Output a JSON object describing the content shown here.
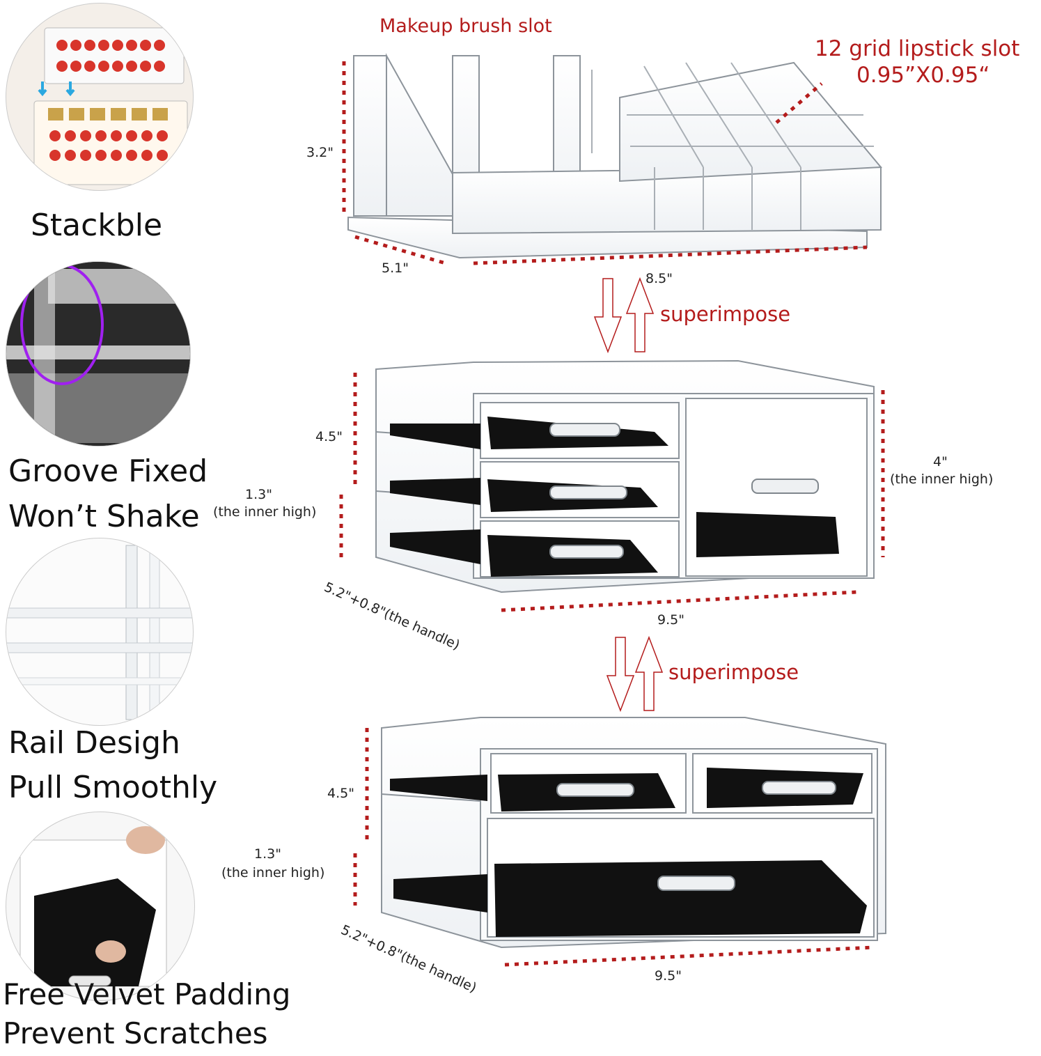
{
  "features": {
    "stackable": "Stackble",
    "groove_line1": "Groove Fixed",
    "groove_line2": "Won’t Shake",
    "rail_line1": "Rail Desigh",
    "rail_line2": "Pull Smoothly",
    "velvet_line1": "Free Velvet Padding",
    "velvet_line2": "Prevent Scratches"
  },
  "top_tray": {
    "brush_slot": "Makeup brush slot",
    "lipstick_slot_line1": "12 grid lipstick slot",
    "lipstick_slot_line2": "0.95”X0.95“",
    "height": "3.2\"",
    "depth": "5.1\"",
    "width": "8.5\""
  },
  "superimpose_1": "superimpose",
  "middle_unit": {
    "height": "4.5\"",
    "inner_small_value": "1.3\"",
    "inner_small_note": "(the inner high)",
    "inner_large_value": "4\"",
    "inner_large_note": "(the inner high)",
    "depth": "5.2\"+0.8\"(the handle)",
    "width": "9.5\""
  },
  "superimpose_2": "superimpose",
  "bottom_unit": {
    "height": "4.5\"",
    "inner_small_value": "1.3\"",
    "inner_small_note": "(the inner high)",
    "depth": "5.2\"+0.8\"(the handle)",
    "width": "9.5\""
  },
  "colors": {
    "accent_red": "#b41c1c",
    "velvet": "#111111",
    "acrylic_edge": "#9aa0a6",
    "highlight_purple": "#a020f0"
  }
}
